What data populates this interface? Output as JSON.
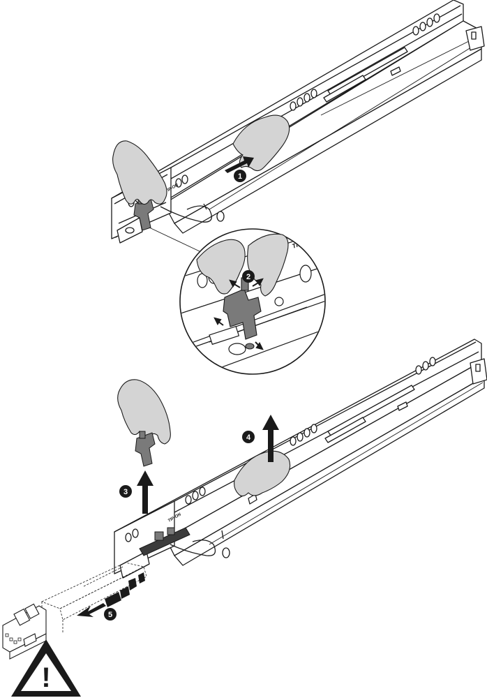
{
  "steps": [
    {
      "number": "1"
    },
    {
      "number": "2"
    },
    {
      "number": "3"
    },
    {
      "number": "4"
    },
    {
      "number": "5"
    }
  ],
  "rail_marking": "TIP-ON",
  "rail_marking_small": "TIP-ON",
  "warning": {
    "icon": "warning-triangle-icon",
    "symbol": "!"
  },
  "colors": {
    "ink": "#1a1a1a",
    "part_gray": "#7a7a7a",
    "hand_gray": "#d4d4d4",
    "dark_part": "#3c3c3c"
  }
}
